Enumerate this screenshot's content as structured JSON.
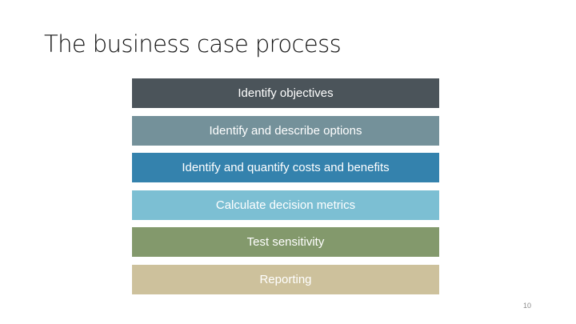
{
  "slide": {
    "title": "The business case process",
    "page_number": "10"
  },
  "steps": [
    {
      "label": "Identify objectives",
      "color": "#4b545a"
    },
    {
      "label": "Identify and describe options",
      "color": "#74919a"
    },
    {
      "label": "Identify and quantify costs and benefits",
      "color": "#3482ad"
    },
    {
      "label": "Calculate decision metrics",
      "color": "#7cbfd3"
    },
    {
      "label": "Test sensitivity",
      "color": "#83996c"
    },
    {
      "label": "Reporting",
      "color": "#cdc19c"
    }
  ]
}
